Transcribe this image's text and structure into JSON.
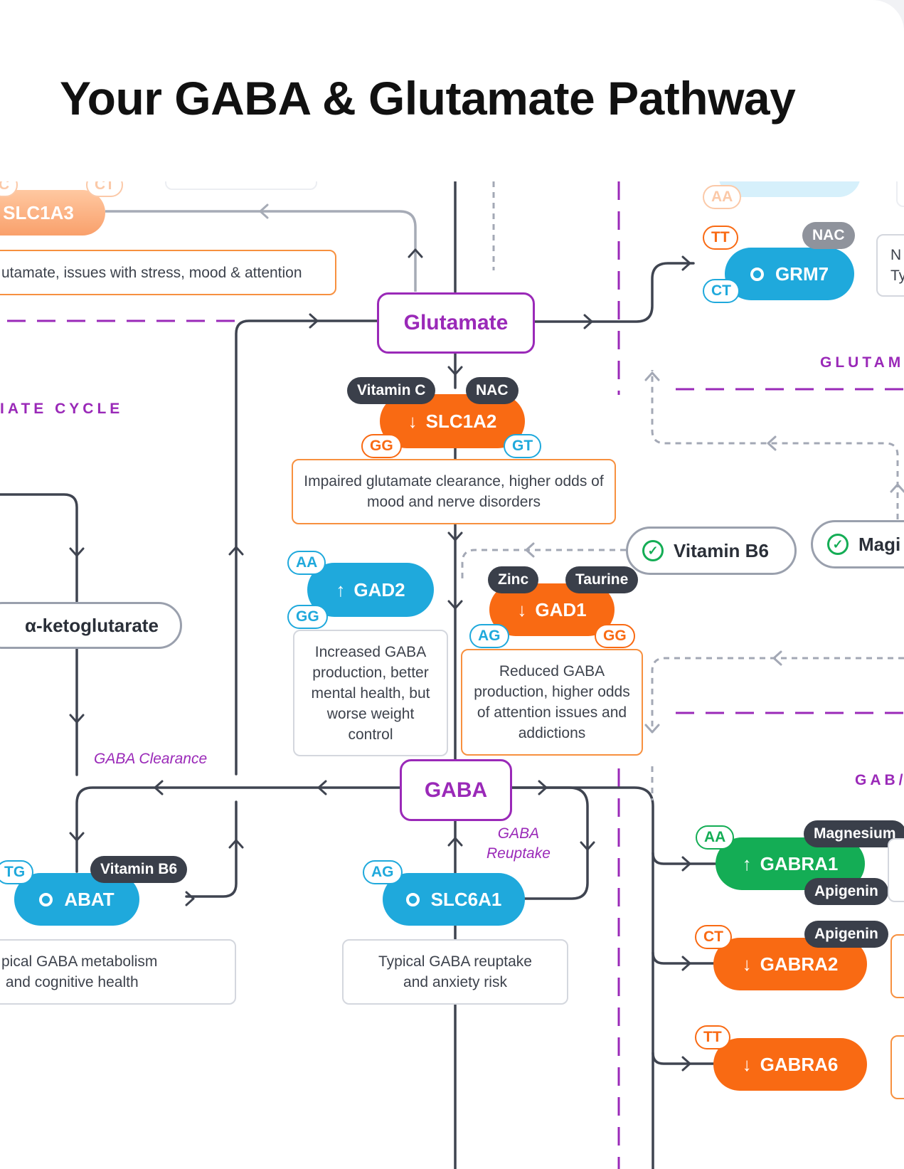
{
  "title": "Your GABA & Glutamate Pathway",
  "sections": {
    "glutamate_cycle": "IATE CYCLE",
    "glutamate_right": "GLUTAM",
    "gaba_right": "GAB/"
  },
  "hubs": {
    "glutamate": "Glutamate",
    "gaba": "GABA"
  },
  "intermediates": {
    "alpha_ketoglutarate": "α-ketoglutarate"
  },
  "pathway_labels": {
    "gaba_clearance": "GABA Clearance",
    "gaba_reuptake": "GABA\nReuptake"
  },
  "genes": {
    "slc1a3": {
      "name": "SLC1A3",
      "genotypes": [
        "C",
        "CT"
      ],
      "effect": "utamate, issues with stress, mood & attention"
    },
    "grm7": {
      "name": "GRM7",
      "genotypes": [
        "AA",
        "TT",
        "CT"
      ],
      "nutrients": [
        "NAC"
      ],
      "effect": "N\nTy"
    },
    "slc1a2": {
      "name": "SLC1A2",
      "direction": "↓",
      "genotypes": [
        "GG",
        "GT"
      ],
      "nutrients": [
        "Vitamin C",
        "NAC"
      ],
      "effect": "Impaired glutamate clearance, higher odds of mood and nerve disorders"
    },
    "gad2": {
      "name": "GAD2",
      "direction": "↑",
      "genotypes": [
        "AA",
        "GG"
      ],
      "effect": "Increased GABA production, better mental health, but worse weight control"
    },
    "gad1": {
      "name": "GAD1",
      "direction": "↓",
      "genotypes": [
        "AG",
        "GG"
      ],
      "nutrients": [
        "Zinc",
        "Taurine"
      ],
      "effect": "Reduced GABA production, higher odds of attention issues and addictions"
    },
    "abat": {
      "name": "ABAT",
      "genotypes": [
        "TG"
      ],
      "nutrients": [
        "Vitamin B6"
      ],
      "effect": "pical GABA metabolism\n and cognitive health"
    },
    "slc6a1": {
      "name": "SLC6A1",
      "genotypes": [
        "AG"
      ],
      "effect": "Typical GABA reuptake and anxiety risk"
    },
    "gabra1": {
      "name": "GABRA1",
      "direction": "↑",
      "genotypes": [
        "AA"
      ],
      "nutrients": [
        "Magnesium",
        "Apigenin"
      ]
    },
    "gabra2": {
      "name": "GABRA2",
      "direction": "↓",
      "genotypes": [
        "CT"
      ],
      "nutrients": [
        "Apigenin"
      ]
    },
    "gabra6": {
      "name": "GABRA6",
      "direction": "↓",
      "genotypes": [
        "TT"
      ]
    }
  },
  "supplements": [
    "Vitamin B6",
    "Magi"
  ],
  "icons": {
    "check": "✓",
    "up": "↑",
    "down": "↓"
  },
  "colors": {
    "hub_purple": "#9a29b8",
    "gene_blue": "#1fa9dc",
    "gene_orange": "#f96a13",
    "gene_green": "#14ad55",
    "nutrient_dark": "#3a3f4a",
    "wire": "#3f4450",
    "dashed_wire": "#a3a8b5"
  }
}
